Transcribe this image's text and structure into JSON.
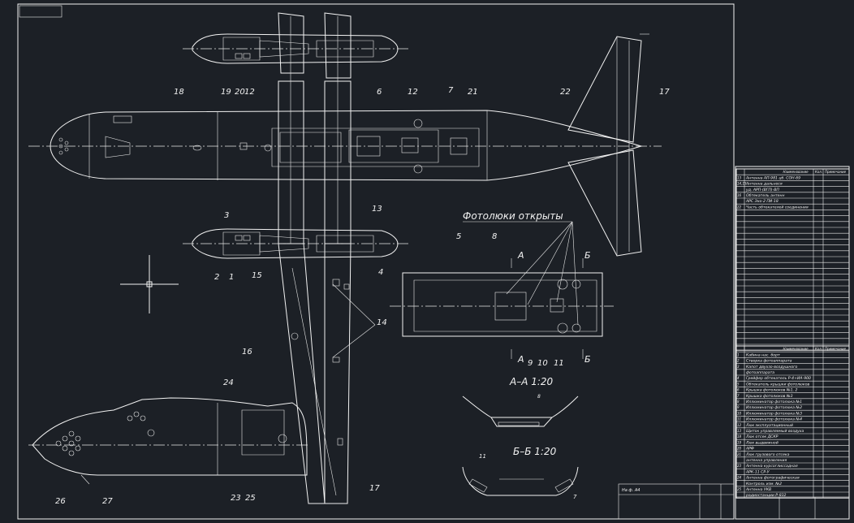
{
  "title_photo": "Фотолюки открыты",
  "section_aa": "А–А 1:20",
  "section_bb": "Б–Б 1:20",
  "cut_a": "А",
  "cut_b": "Б",
  "stamp_label": "На ф. А4",
  "callouts": {
    "n1": "1",
    "n2": "2",
    "n3": "3",
    "n4": "4",
    "n5": "5",
    "n6": "6",
    "n7": "7",
    "n8": "8",
    "n9": "9",
    "n10": "10",
    "n11": "11",
    "n12": "12",
    "n13": "13",
    "n14": "14",
    "n15": "15",
    "n16": "16",
    "n17": "17",
    "n18": "18",
    "n19": "19",
    "n20": "20",
    "n21": "21",
    "n22": "22",
    "n23": "23",
    "n24": "24",
    "n25": "25",
    "n26": "26",
    "n27": "27"
  },
  "table_top": {
    "header": [
      "Наименование",
      "Кол.",
      "Примечание"
    ],
    "rows": [
      [
        "13",
        "Антенна АП-981 цб. СОН-69"
      ],
      [
        "14,15",
        "Антенна дальнося"
      ],
      [
        "",
        "уд. АРП-(ВГП)-ВП"
      ],
      [
        "16",
        "Обтекатель антенн"
      ],
      [
        "",
        "АРС Эхо-2 ПИ-18"
      ],
      [
        "22",
        "Часть обтекателей соединения"
      ]
    ]
  },
  "table_bottom": {
    "header": [
      "Наименование",
      "Кол.",
      "Примечание"
    ],
    "rows": [
      [
        "1",
        "Кабина нас. борт"
      ],
      [
        "2",
        "Створка фотоаппарата"
      ],
      [
        "3",
        "Капот двухзо-воздушного"
      ],
      [
        "",
        "фотоаппарата"
      ],
      [
        "4",
        "Грейфер обтекатель Р-4+ИА-900"
      ],
      [
        "5",
        "Обтекатель крышки фотолюков"
      ],
      [
        "6",
        "Крышка фотолюков №1, 2"
      ],
      [
        "7",
        "Крышка фотолюков №3"
      ],
      [
        "8",
        "Иллюминатор фотолюка №1"
      ],
      [
        "9",
        "Иллюминатор фотолюка №2"
      ],
      [
        "10",
        "Иллюминатор фотолюка №3"
      ],
      [
        "11",
        "Иллюминатор фотолюка №4"
      ],
      [
        "12",
        "Люк эксплуатационный"
      ],
      [
        "13",
        "Щиток управляемый воздуха"
      ],
      [
        "18",
        "Люк отсек ДСКР"
      ],
      [
        "19",
        "Люк выдвижной"
      ],
      [
        "20",
        "АРФ"
      ],
      [
        "21",
        "Люк грузового отсека"
      ],
      [
        "",
        "антенна управления"
      ],
      [
        "23",
        "Антенна курсоглиссадная"
      ],
      [
        "",
        "АРК-11 СР-У"
      ],
      [
        "24",
        "Антенна фотографическая"
      ],
      [
        "",
        "Контроль изм. №2"
      ],
      [
        "25",
        "Антенна УКВ"
      ],
      [
        "",
        "радиостанции Р-832"
      ]
    ]
  }
}
